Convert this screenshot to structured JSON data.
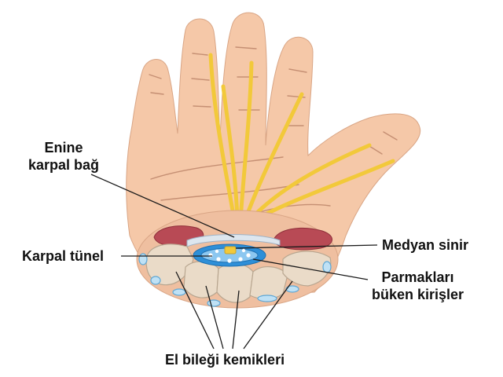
{
  "labels": {
    "transverse_ligament_line1": "Enine",
    "transverse_ligament_line2": "karpal bağ",
    "carpal_tunnel": "Karpal tünel",
    "median_nerve": "Medyan sinir",
    "flexor_tendons_line1": "Parmakları",
    "flexor_tendons_line2": "büken kirişler",
    "carpal_bones": "El bileği kemikleri"
  },
  "colors": {
    "skin": "#F5C8A8",
    "skin_outline": "#D9A585",
    "crease": "#C58F73",
    "nerve": "#F2C93A",
    "bone": "#EADBC8",
    "bone_outline": "#B8A690",
    "muscle": "#B84A55",
    "tunnel_blue": "#2E8FD8",
    "vessel": "#BFE1F5",
    "leader": "#1A1A1A"
  }
}
